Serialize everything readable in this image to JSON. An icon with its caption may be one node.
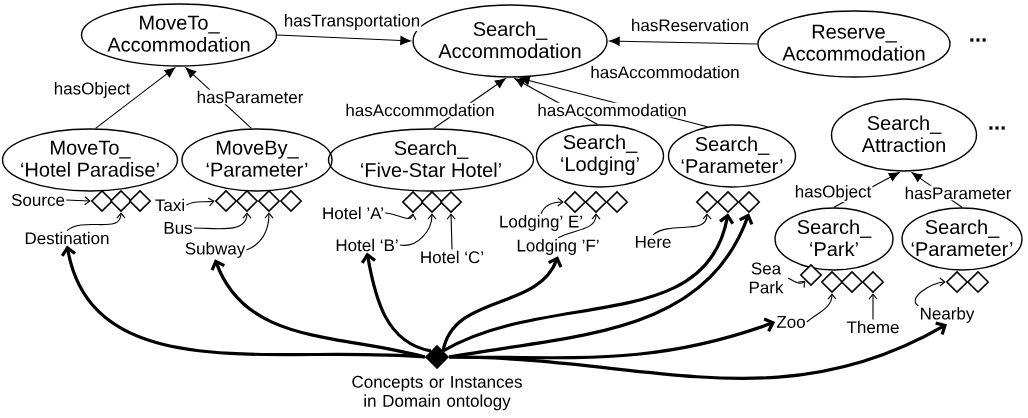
{
  "diagram": {
    "nodes": [
      {
        "text": [
          "MoveTo_ Accommodation"
        ]
      },
      {
        "text": [
          "Search_ Accommodation"
        ]
      },
      {
        "text": [
          "Reserve_ Accommodation"
        ]
      },
      {
        "text": [
          "MoveTo_ ‘Hotel Paradise’"
        ]
      },
      {
        "text": [
          "MoveBy_ ‘Parameter’"
        ]
      },
      {
        "text": [
          "Search_ ‘Five-Star Hotel’"
        ]
      },
      {
        "text": [
          "Search_ ‘Lodging’"
        ]
      },
      {
        "text": [
          "Search_ ‘Parameter’"
        ]
      },
      {
        "text": [
          "Search_ Attraction"
        ]
      },
      {
        "text": [
          "Search_ ‘Park’"
        ]
      },
      {
        "text": [
          "Search_ ‘Parameter’"
        ]
      },
      {
        "text": [],
        "shape": "diamond"
      },
      {
        "text": [],
        "shape": "diamond"
      },
      {
        "text": [],
        "shape": "diamond"
      },
      {
        "text": [],
        "shape": "diamond"
      },
      {
        "text": [],
        "shape": "diamond"
      },
      {
        "text": [],
        "shape": "diamond"
      },
      {
        "text": [],
        "shape": "diamond"
      },
      {
        "text": [],
        "shape": "diamond"
      },
      {
        "text": [],
        "shape": "diamond"
      },
      {
        "text": [],
        "shape": "diamond"
      },
      {
        "text": [],
        "shape": "diamond"
      },
      {
        "text": [],
        "shape": "diamond"
      },
      {
        "text": [],
        "shape": "diamond"
      },
      {
        "text": [],
        "shape": "diamond"
      },
      {
        "text": [],
        "shape": "diamond"
      },
      {
        "text": [],
        "shape": "diamond"
      },
      {
        "text": [],
        "shape": "diamond"
      },
      {
        "text": [],
        "shape": "diamond"
      },
      {
        "text": [],
        "shape": "diamond"
      },
      {
        "text": [],
        "shape": "diamond"
      },
      {
        "text": [],
        "shape": "diamond"
      },
      {
        "text": [],
        "shape": "diamond"
      },
      {
        "text": [],
        "shape": "diamond",
        "beside": [
          "Concepts or Instances in Domain ontology"
        ]
      },
      {
        "text": [
          "Source"
        ]
      },
      {
        "text": [
          "Destination"
        ]
      },
      {
        "text": [
          "Taxi"
        ]
      },
      {
        "text": [
          "Bus"
        ]
      },
      {
        "text": [
          "Subway"
        ]
      },
      {
        "text": [
          "Hotel ’A’"
        ]
      },
      {
        "text": [
          "Hotel ‘B’"
        ]
      },
      {
        "text": [
          "Hotel ‘C’"
        ]
      },
      {
        "text": [
          "Lodging’ E’"
        ]
      },
      {
        "text": [
          "Lodging ’F’"
        ]
      },
      {
        "text": [
          "Here"
        ]
      },
      {
        "text": [
          "Sea Park"
        ]
      },
      {
        "text": [
          "Zoo"
        ]
      },
      {
        "text": [
          "Theme"
        ]
      },
      {
        "text": [
          "Nearby"
        ]
      }
    ],
    "edges": [
      {
        "from": 0,
        "to": 1,
        "arrow": "to",
        "label": "hasTransportation"
      },
      {
        "from": 2,
        "to": 1,
        "arrow": "to",
        "label": "hasReservation"
      },
      {
        "from": 3,
        "to": 0,
        "arrow": "to",
        "label": "hasObject"
      },
      {
        "from": 4,
        "to": 0,
        "arrow": "to",
        "label": "hasParameter"
      },
      {
        "from": 5,
        "to": 1,
        "arrow": "to",
        "label": "hasAccommodation"
      },
      {
        "from": 6,
        "to": 1,
        "arrow": "to",
        "label": "hasAccommodation"
      },
      {
        "from": 7,
        "to": 1,
        "arrow": "to"
      },
      {
        "from": 9,
        "to": 8,
        "arrow": "to",
        "label": "hasObject"
      },
      {
        "from": 10,
        "to": 8,
        "arrow": "to",
        "label": "hasParameter"
      },
      {
        "from": 34,
        "to": 11,
        "arrow": "to"
      },
      {
        "from": 35,
        "to": 12,
        "arrow": "to"
      },
      {
        "from": 36,
        "to": 14,
        "arrow": "to"
      },
      {
        "from": 37,
        "to": 15,
        "arrow": "to"
      },
      {
        "from": 38,
        "to": 16,
        "arrow": "to"
      },
      {
        "from": 39,
        "to": 18,
        "arrow": "to"
      },
      {
        "from": 40,
        "to": 19,
        "arrow": "to"
      },
      {
        "from": 41,
        "to": 20,
        "arrow": "to"
      },
      {
        "from": 42,
        "to": 21,
        "arrow": "to"
      },
      {
        "from": 43,
        "to": 22,
        "arrow": "to"
      },
      {
        "from": 44,
        "to": 24,
        "arrow": "to"
      },
      {
        "from": 45,
        "to": 27,
        "arrow": "to"
      },
      {
        "from": 46,
        "to": 28,
        "arrow": "to"
      },
      {
        "from": 47,
        "to": 30,
        "arrow": "to"
      },
      {
        "from": 48,
        "to": 31,
        "arrow": "to"
      },
      {
        "from": 33,
        "to": 35,
        "arrow": "to",
        "style": "thick"
      },
      {
        "from": 33,
        "to": 38,
        "arrow": "to",
        "style": "thick"
      },
      {
        "from": 33,
        "to": 40,
        "arrow": "to",
        "style": "thick"
      },
      {
        "from": 33,
        "to": 43,
        "arrow": "to",
        "style": "thick"
      },
      {
        "from": 33,
        "to": 25,
        "arrow": "to",
        "style": "thick"
      },
      {
        "from": 33,
        "to": 26,
        "arrow": "to",
        "style": "thick"
      },
      {
        "from": 33,
        "to": 46,
        "arrow": "to",
        "style": "thick"
      },
      {
        "from": 33,
        "to": 48,
        "arrow": "to",
        "style": "thick"
      }
    ],
    "labels": [
      "...",
      "hasAccommodation",
      "..."
    ]
  }
}
